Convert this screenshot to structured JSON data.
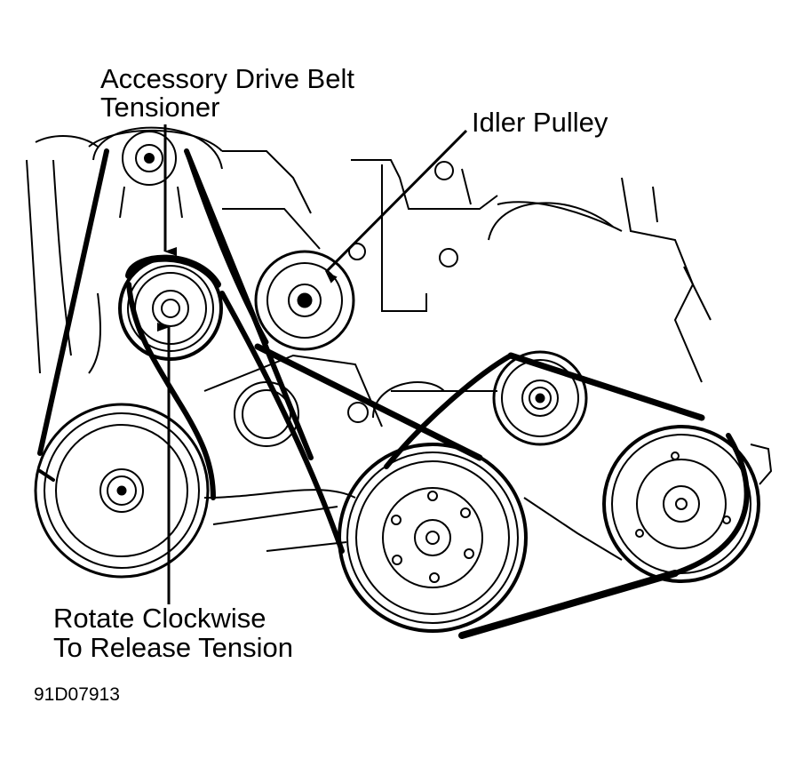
{
  "labels": {
    "tensioner_line1": "Accessory Drive Belt",
    "tensioner_line2": "Tensioner",
    "idler": "Idler Pulley",
    "rotate_line1": "Rotate Clockwise",
    "rotate_line2": "To Release Tension"
  },
  "figure_code": "91D07913",
  "colors": {
    "ink": "#000000",
    "paper": "#ffffff"
  }
}
